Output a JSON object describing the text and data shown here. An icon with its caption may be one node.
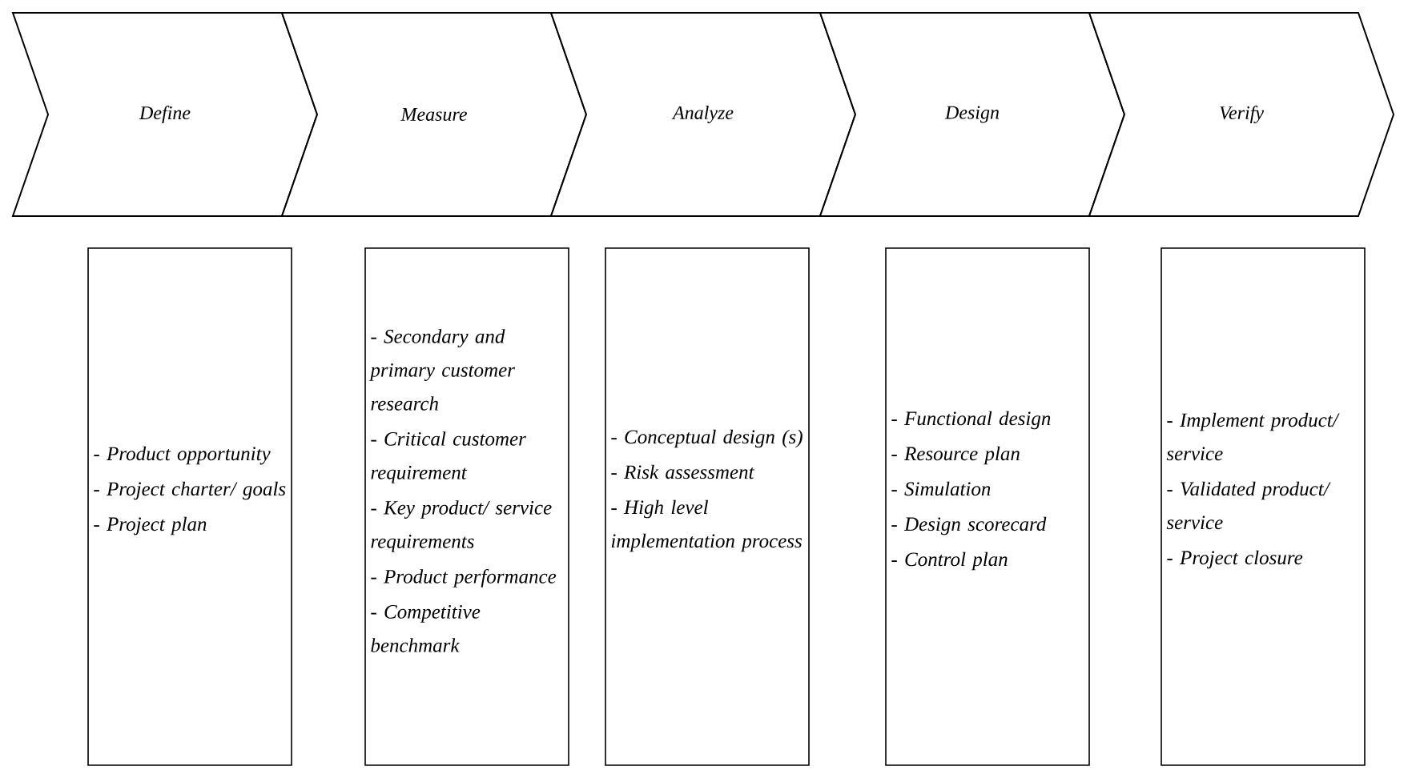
{
  "diagram": {
    "nodes": [
      {
        "text": [
          "Define"
        ]
      },
      {
        "text": [
          "Measure"
        ]
      },
      {
        "text": [
          "Analyze"
        ]
      },
      {
        "text": [
          "Design"
        ]
      },
      {
        "text": [
          "Verify"
        ]
      },
      {
        "text": [
          "- Product opportunity",
          "- Project charter/ goals",
          "- Project plan"
        ]
      },
      {
        "text": [
          "- Secondary and primary customer research",
          "- Critical customer requirement",
          "- Key product/ service requirements",
          "- Product performance",
          "- Competitive benchmark"
        ]
      },
      {
        "text": [
          "- Conceptual design (s)",
          "- Risk assessment",
          "- High level implementation process"
        ]
      },
      {
        "text": [
          "- Functional design",
          "- Resource plan",
          "- Simulation",
          "- Design scorecard",
          "- Control plan"
        ]
      },
      {
        "text": [
          "- Implement product/ service",
          "- Validated product/ service",
          "- Project closure"
        ]
      }
    ]
  }
}
